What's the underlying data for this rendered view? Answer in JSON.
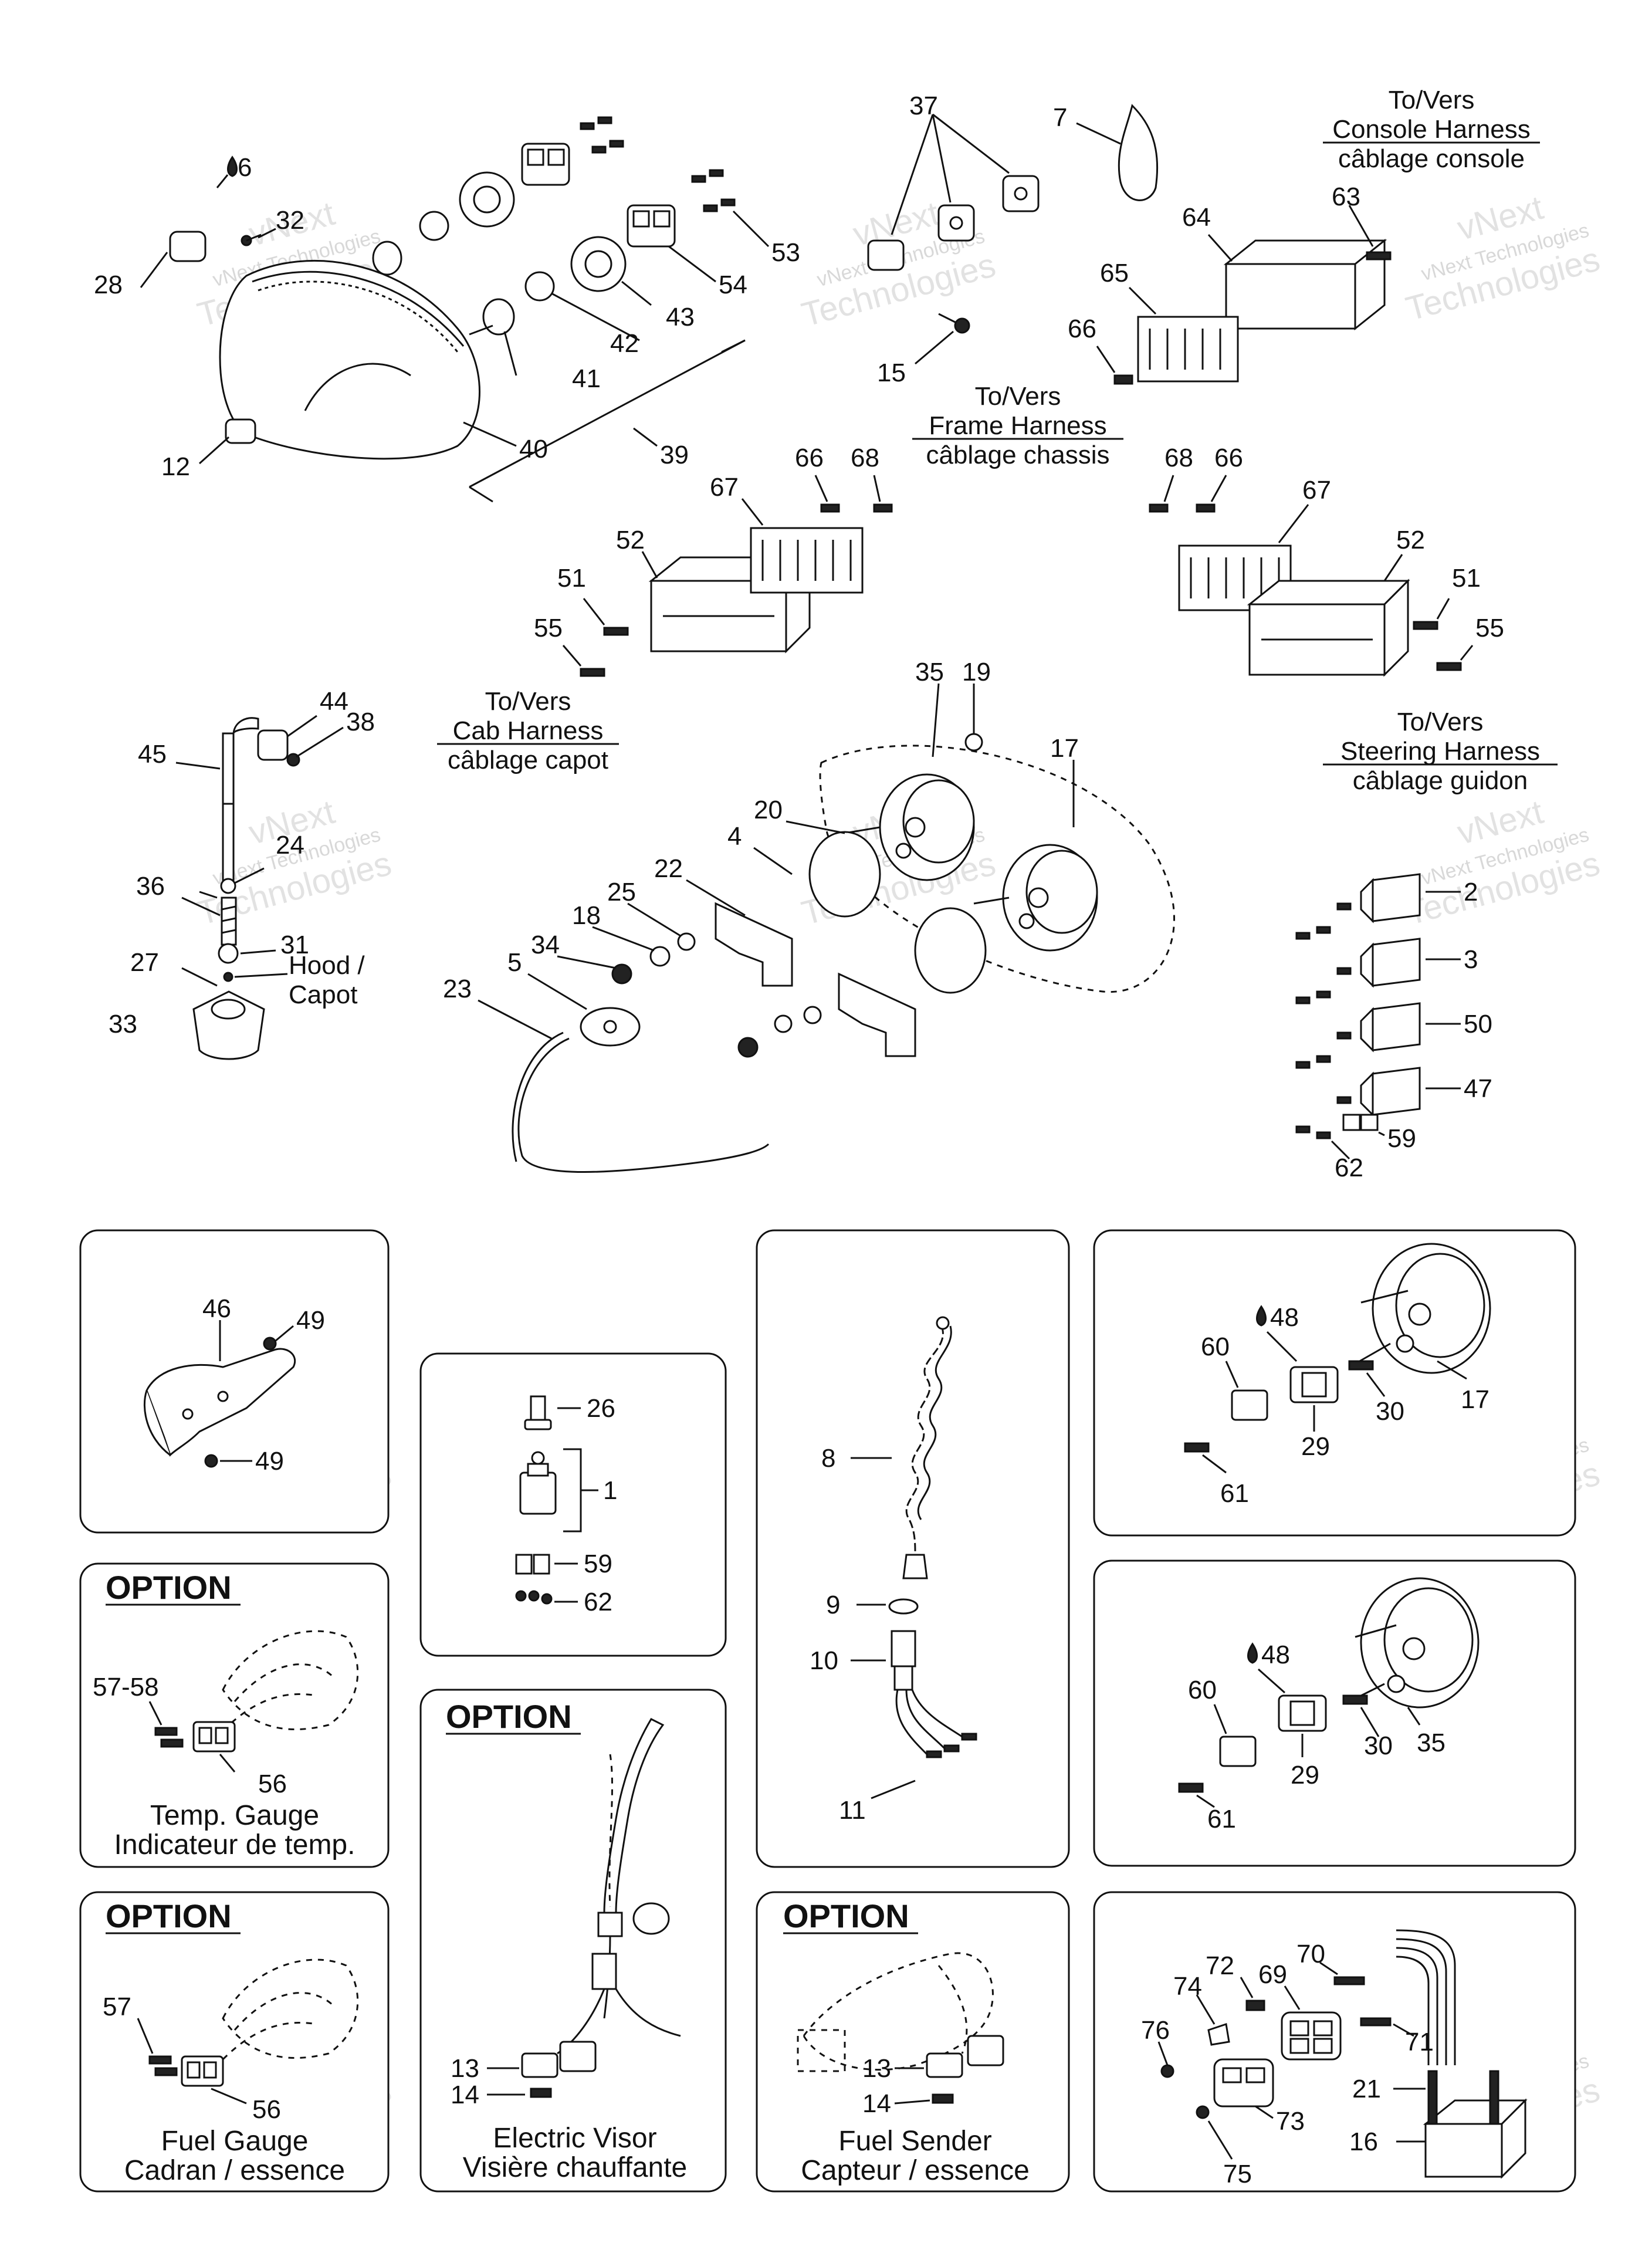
{
  "callouts": {
    "c6": "6",
    "c32": "32",
    "c28": "28",
    "c12": "12",
    "c39": "39",
    "c40": "40",
    "c41": "41",
    "c42": "42",
    "c43": "43",
    "c53": "53",
    "c54": "54",
    "c37": "37",
    "c15": "15",
    "c7": "7",
    "c63": "63",
    "c64": "64",
    "c65": "65",
    "c66a": "66",
    "c66b": "66",
    "c68a": "68",
    "c67a": "67",
    "c52a": "52",
    "c51a": "51",
    "c55a": "55",
    "c68b": "68",
    "c66c": "66",
    "c67b": "67",
    "c52b": "52",
    "c51b": "51",
    "c55b": "55",
    "c44": "44",
    "c38": "38",
    "c45": "45",
    "c24": "24",
    "c36": "36",
    "c31": "31",
    "c27": "27",
    "c33": "33",
    "c35": "35",
    "c19": "19",
    "c17": "17",
    "c20": "20",
    "c4": "4",
    "c22": "22",
    "c25": "25",
    "c18": "18",
    "c34": "34",
    "c5": "5",
    "c23": "23",
    "c2": "2",
    "c3": "3",
    "c50": "50",
    "c47": "47",
    "c59": "59",
    "c62": "62"
  },
  "harness_labels": {
    "console": {
      "line1": "To/Vers",
      "line2": "Console Harness",
      "line3": "câblage console"
    },
    "frame": {
      "line1": "To/Vers",
      "line2": "Frame Harness",
      "line3": "câblage chassis"
    },
    "cab": {
      "line1": "To/Vers",
      "line2": "Cab Harness",
      "line3": "câblage capot"
    },
    "steering": {
      "line1": "To/Vers",
      "line2": "Steering Harness",
      "line3": "câblage guidon"
    }
  },
  "hood": {
    "line1": "Hood /",
    "line2": "Capot"
  },
  "panels": {
    "bracket": {
      "c46": "46",
      "c49a": "49",
      "c49b": "49"
    },
    "switch": {
      "c26": "26",
      "c1": "1",
      "c59": "59",
      "c62": "62"
    },
    "sender": {
      "c8": "8",
      "c9": "9",
      "c10": "10",
      "c11": "11"
    },
    "gauge17": {
      "c48": "48",
      "c60": "60",
      "c17": "17",
      "c30": "30",
      "c29": "29",
      "c61": "61"
    },
    "gauge35": {
      "c48": "48",
      "c60": "60",
      "c30": "30",
      "c35": "35",
      "c29": "29",
      "c61": "61"
    },
    "temp": {
      "option": "OPTION",
      "c5758": "57-58",
      "c56": "56",
      "line1": "Temp. Gauge",
      "line2": "Indicateur de temp."
    },
    "visor": {
      "option": "OPTION",
      "c13": "13",
      "c14": "14",
      "line1": "Electric Visor",
      "line2": "Visière chauffante"
    },
    "fuelgauge": {
      "option": "OPTION",
      "c57": "57",
      "c56": "56",
      "line1": "Fuel Gauge",
      "line2": "Cadran / essence"
    },
    "fuelsender": {
      "option": "OPTION",
      "c13": "13",
      "c14": "14",
      "line1": "Fuel Sender",
      "line2": "Capteur / essence"
    },
    "relay": {
      "c70": "70",
      "c72": "72",
      "c69": "69",
      "c74": "74",
      "c76": "76",
      "c71": "71",
      "c21": "21",
      "c73": "73",
      "c16": "16",
      "c75": "75"
    }
  },
  "watermark": {
    "line1": "vNext",
    "line2": "vNext Technologies",
    "line3": "Technologies"
  }
}
